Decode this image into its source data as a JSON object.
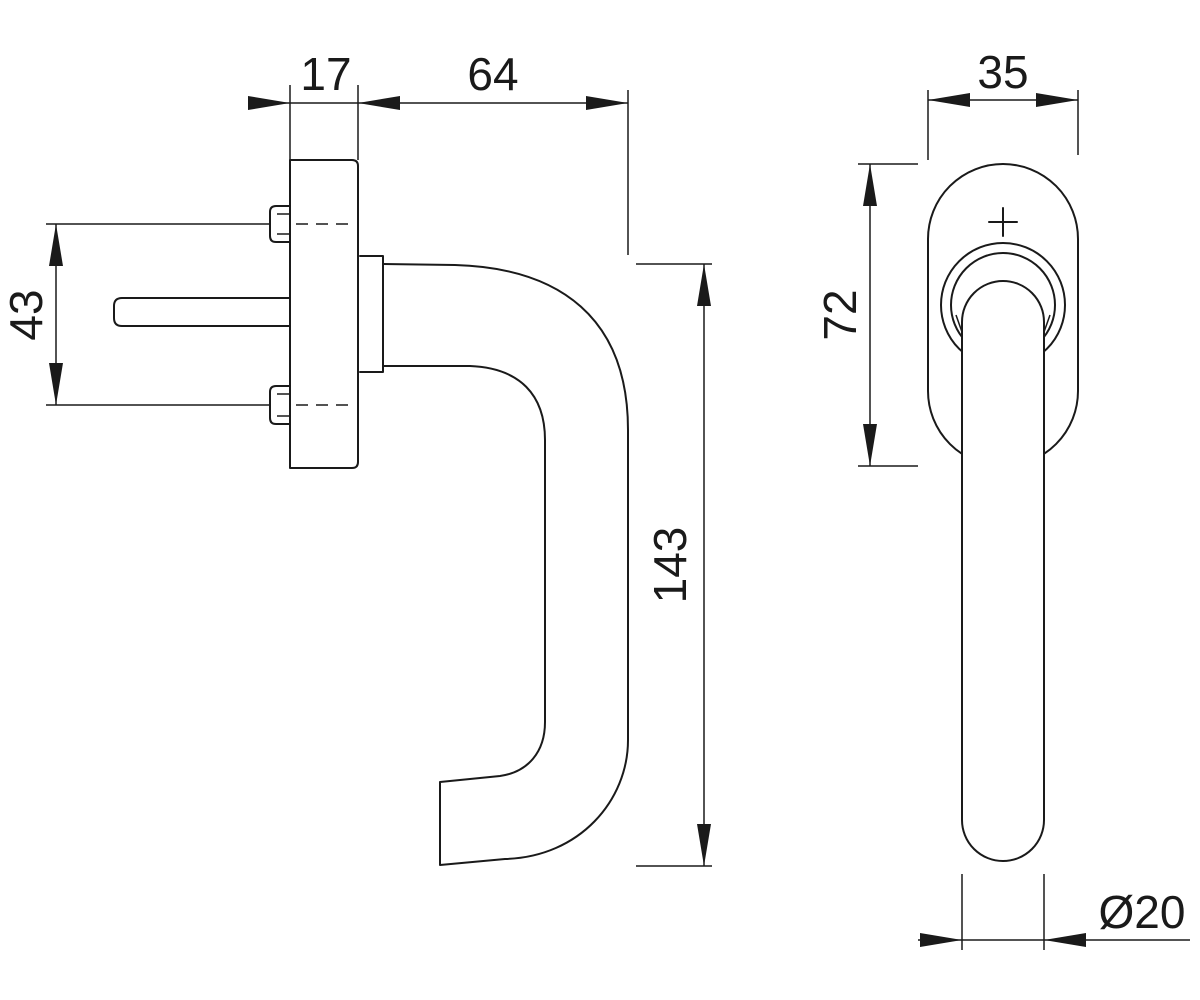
{
  "dimensions": {
    "rose_thickness": "17",
    "handle_projection": "64",
    "screw_spacing": "43",
    "handle_length": "143",
    "rose_width": "35",
    "rose_height": "72",
    "grip_diameter": "Ø20"
  }
}
